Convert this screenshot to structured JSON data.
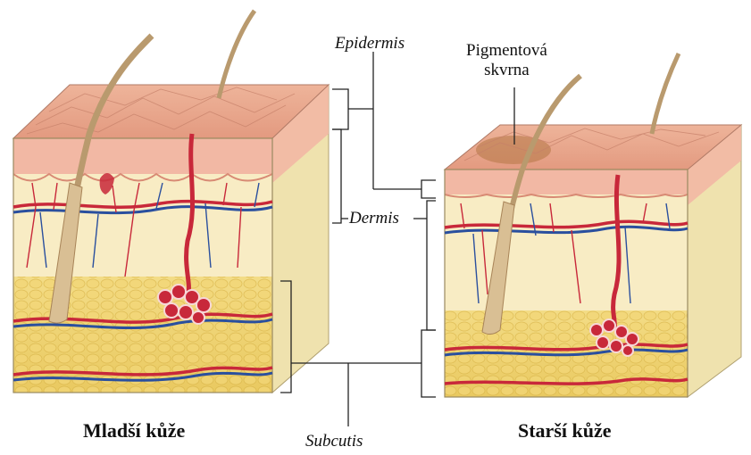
{
  "labels": {
    "epidermis": "Epidermis",
    "dermis": "Dermis",
    "subcutis": "Subcutis",
    "pigment_line1": "Pigmentová",
    "pigment_line2": "skvrna",
    "young_skin": "Mladší kůže",
    "old_skin": "Starší kůže"
  },
  "colors": {
    "epidermis_top": "#e9a88e",
    "epidermis_front": "#f2b8a4",
    "dermis": "#f8ecc4",
    "subcutis_fat": "#f0d372",
    "side_shade": "#efe0a8",
    "hair": "#b99a6e",
    "artery": "#c8283a",
    "vein": "#2a4f9e",
    "age_spot": "#b8794a"
  }
}
